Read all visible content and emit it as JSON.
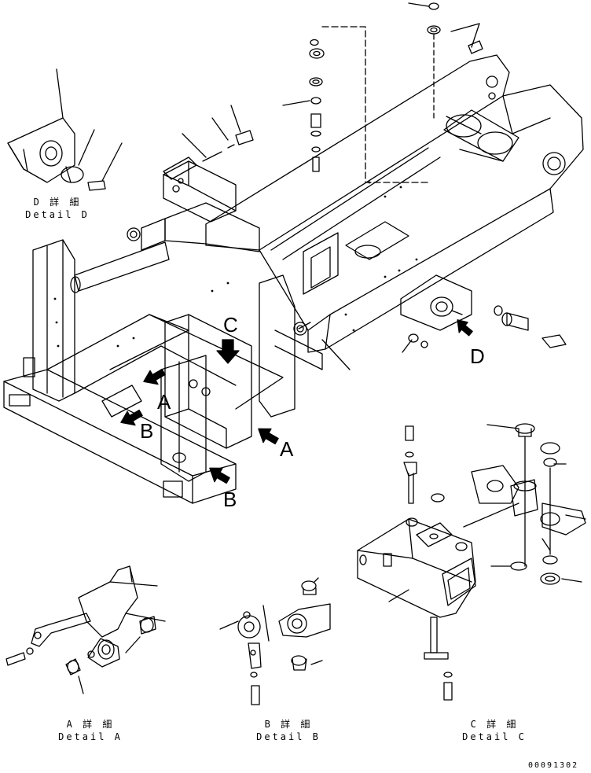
{
  "details": {
    "d": {
      "jp": "D 詳 細",
      "en": "Detail D"
    },
    "a": {
      "jp": "A 詳 細",
      "en": "Detail A"
    },
    "b": {
      "jp": "B 詳 細",
      "en": "Detail B"
    },
    "c": {
      "jp": "C 詳 細",
      "en": "Detail C"
    }
  },
  "callouts": {
    "a_mid": "A",
    "a_right": "A",
    "b_left": "B",
    "b_bottom": "B",
    "c": "C",
    "d": "D"
  },
  "part_number": "00091302"
}
